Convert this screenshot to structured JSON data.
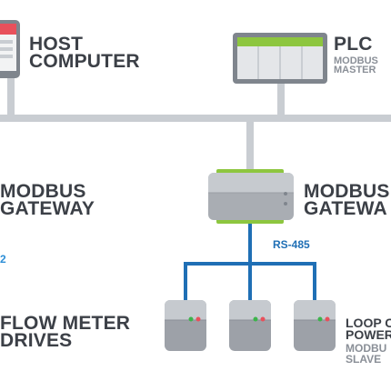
{
  "diagram": {
    "host_computer": {
      "line1": "HOST",
      "line2": "COMPUTER"
    },
    "plc": {
      "title": "PLC",
      "sub1": "MODBUS",
      "sub2": "MASTER"
    },
    "left_gateway": {
      "line1": "MODBUS",
      "line2": "GATEWAY"
    },
    "right_gateway": {
      "line1": "MODBUS",
      "line2": "GATEWA"
    },
    "left_small": "2",
    "bus_label": "RS-485",
    "left_devices": {
      "line1": "FLOW METER",
      "line2": "DRIVES"
    },
    "right_devices": {
      "line1": "LOOP C",
      "line2": "POWER",
      "sub1": "MODBU",
      "sub2": "SLAVE"
    }
  },
  "colors": {
    "text_dark": "#3c4047",
    "text_grey": "#8a8f97",
    "bus_blue": "#1f6fb5",
    "network_grey": "#c9cdd2",
    "device_green": "#8dc63f",
    "host_red": "#e8505b",
    "led_green": "#3cb44b",
    "led_red": "#e8505b"
  }
}
